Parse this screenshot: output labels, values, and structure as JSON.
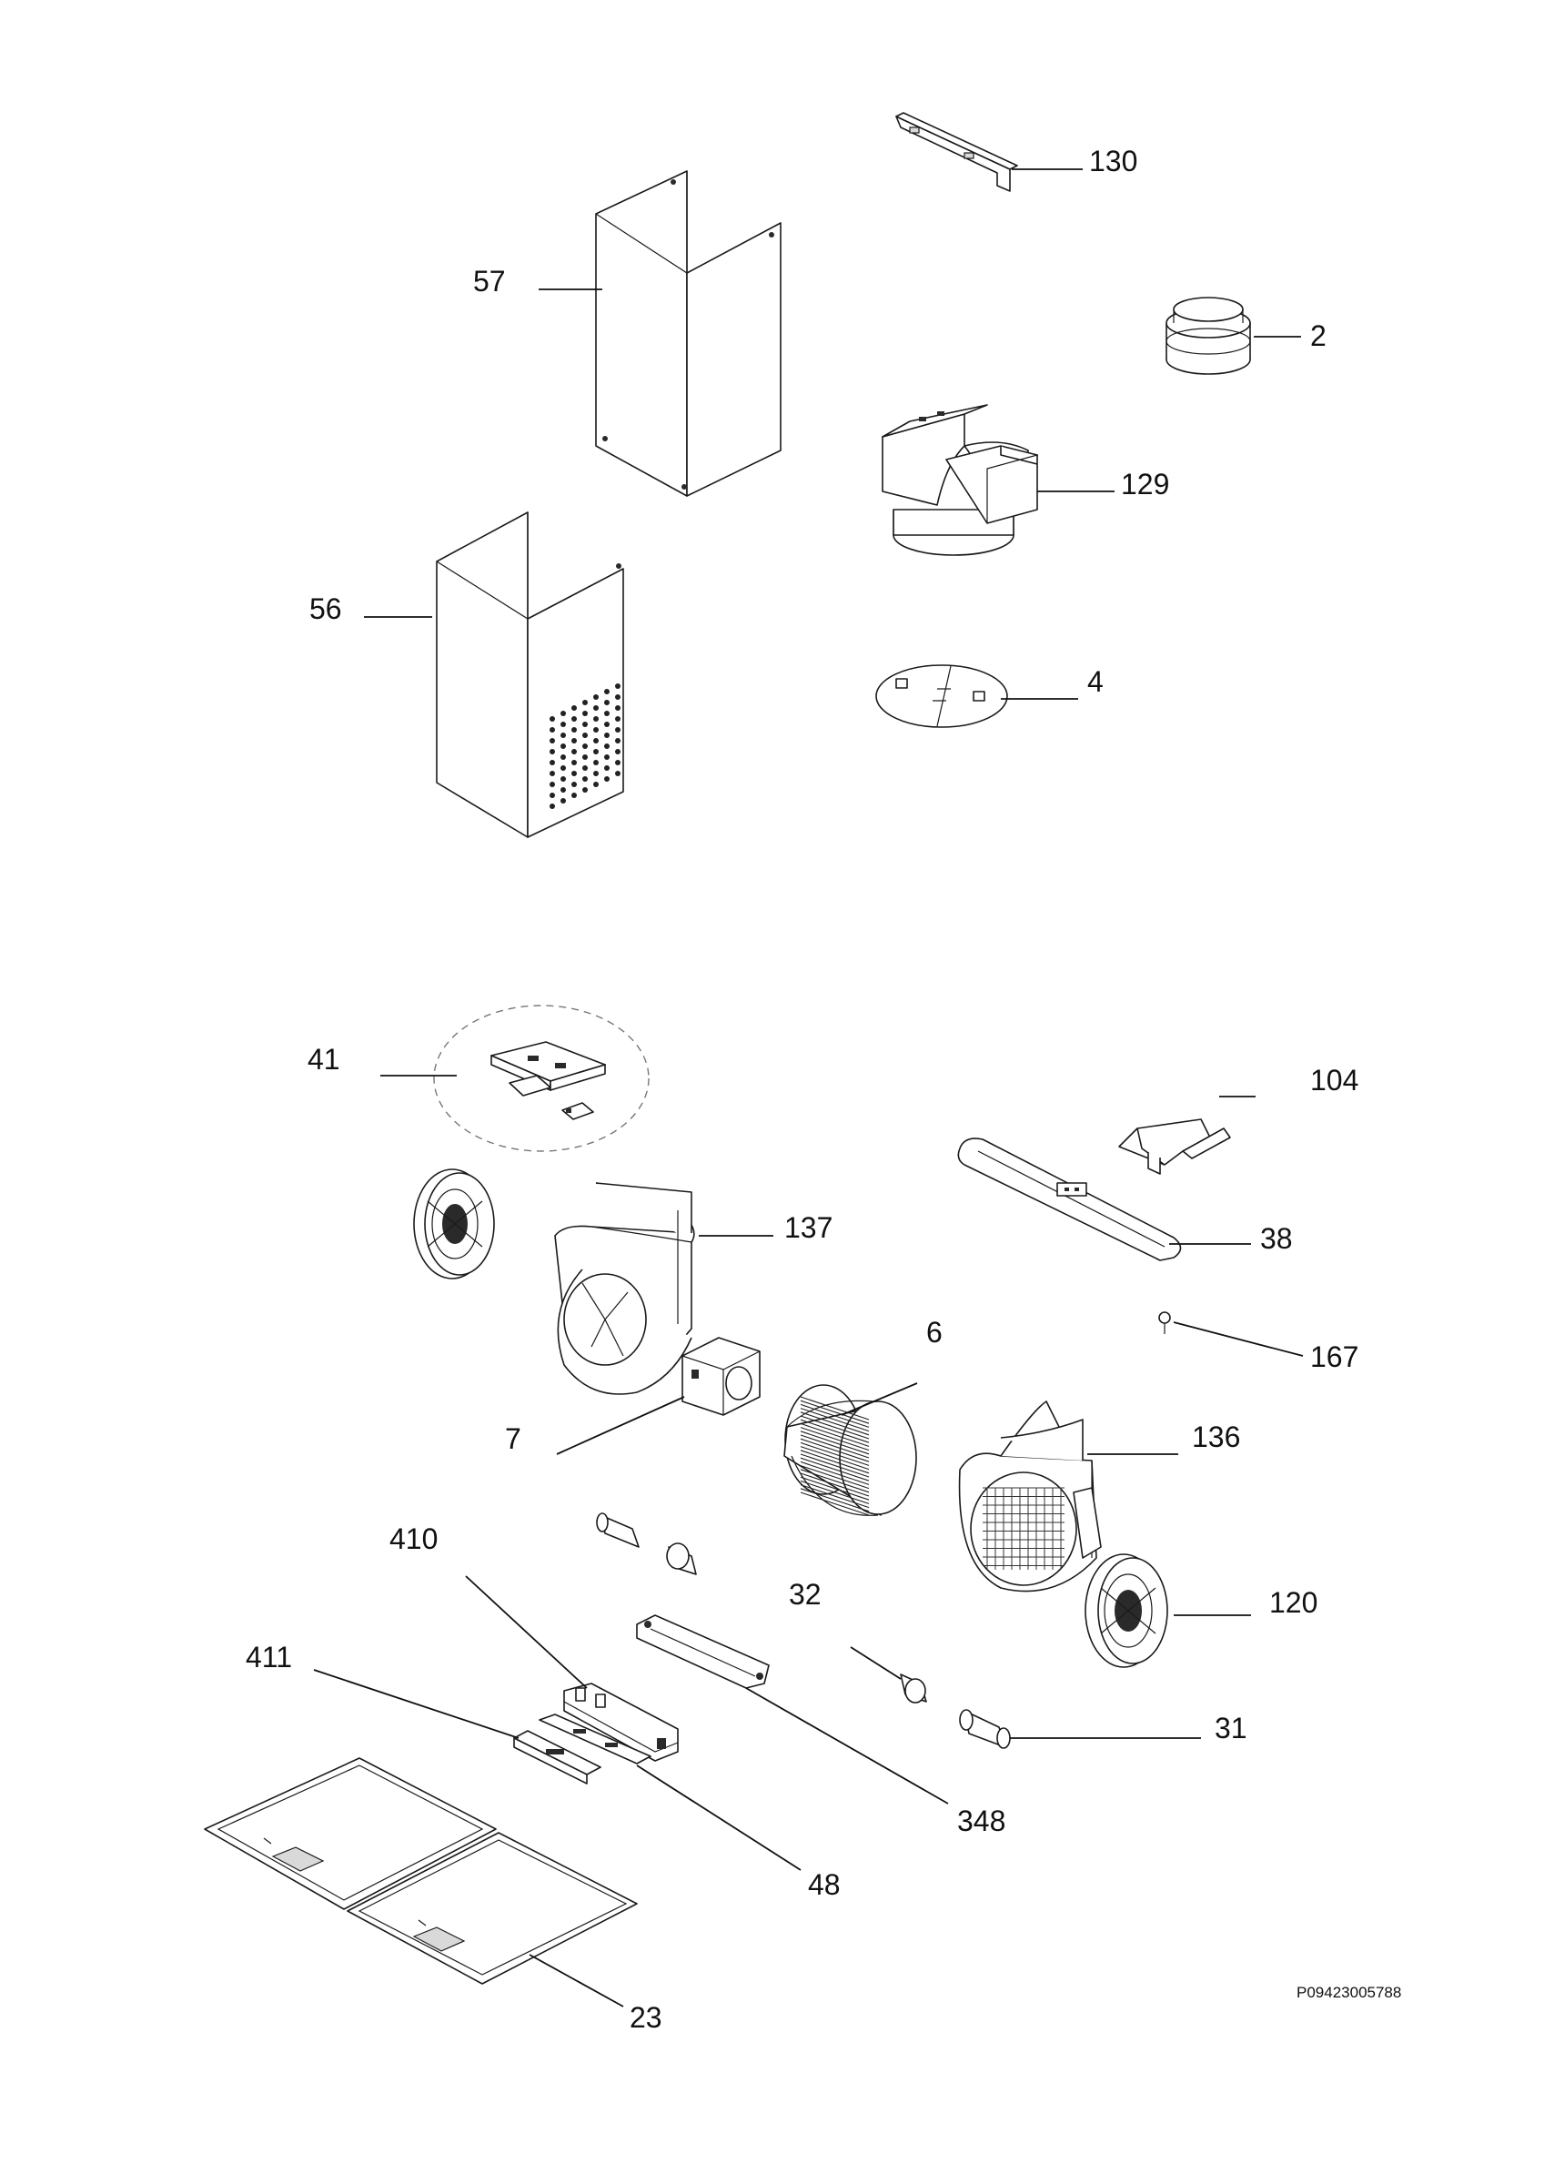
{
  "labels": {
    "p130": "130",
    "p2": "2",
    "p57": "57",
    "p129": "129",
    "p56": "56",
    "p4": "4",
    "p41": "41",
    "p104": "104",
    "p137": "137",
    "p38": "38",
    "p6": "6",
    "p167": "167",
    "p7": "7",
    "p136": "136",
    "p410": "410",
    "p32": "32",
    "p120": "120",
    "p411": "411",
    "p31": "31",
    "p348": "348",
    "p48": "48",
    "p23": "23"
  },
  "drawing_code": "P09423005788"
}
